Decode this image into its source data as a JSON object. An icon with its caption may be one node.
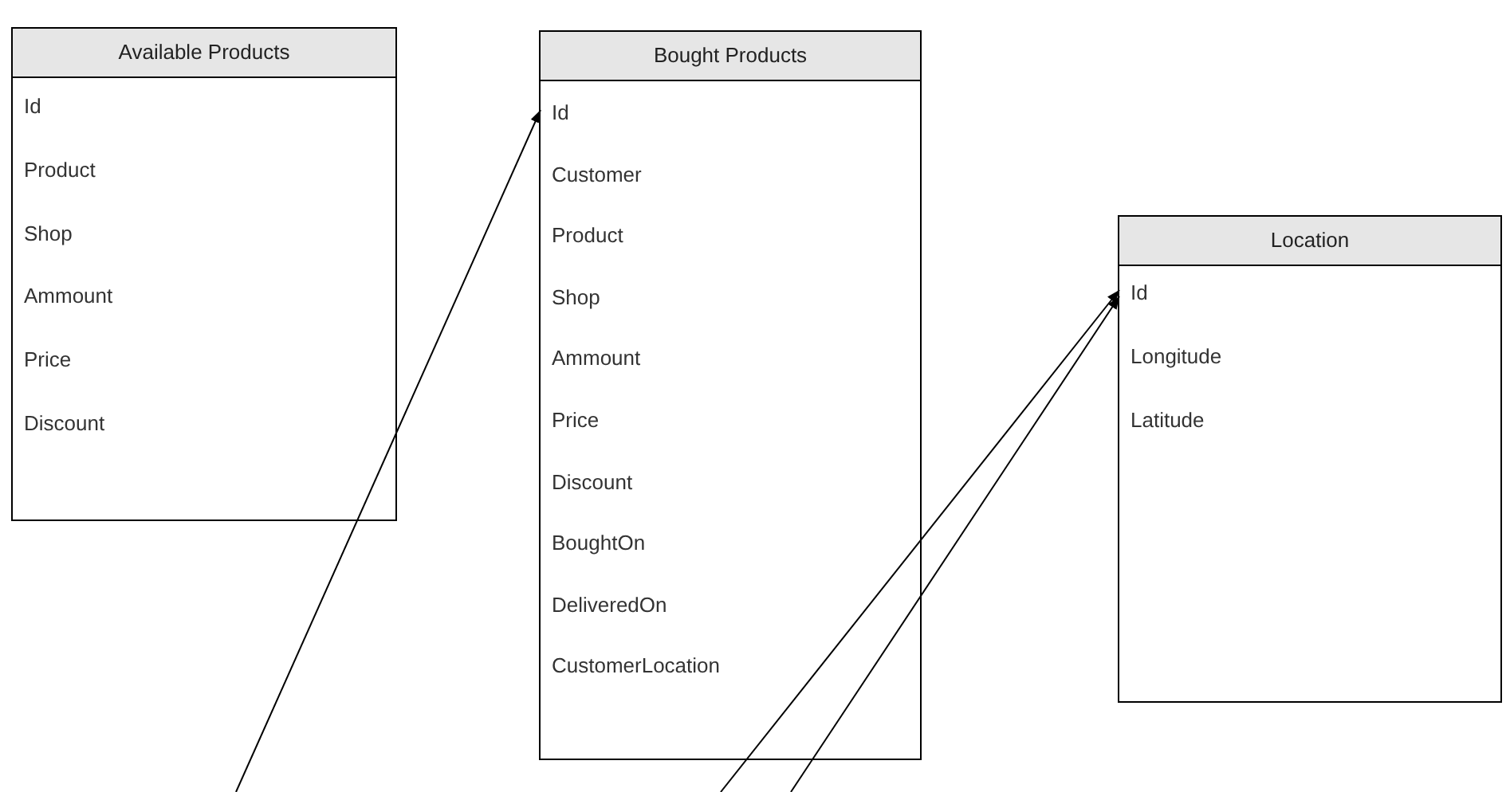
{
  "diagram": {
    "nodes": [
      {
        "text": [
          "Available Products"
        ]
      },
      {
        "text": [
          "Id"
        ],
        "in": 0
      },
      {
        "text": [
          "Product"
        ],
        "in": 0
      },
      {
        "text": [
          "Shop"
        ],
        "in": 0
      },
      {
        "text": [
          "Ammount"
        ],
        "in": 0
      },
      {
        "text": [
          "Price"
        ],
        "in": 0
      },
      {
        "text": [
          "Discount"
        ],
        "in": 0
      },
      {
        "text": [
          "Bought Products"
        ]
      },
      {
        "text": [
          "Id"
        ],
        "in": 7
      },
      {
        "text": [
          "Customer"
        ],
        "in": 7
      },
      {
        "text": [
          "Product"
        ],
        "in": 7
      },
      {
        "text": [
          "Shop"
        ],
        "in": 7
      },
      {
        "text": [
          "Ammount"
        ],
        "in": 7
      },
      {
        "text": [
          "Price"
        ],
        "in": 7
      },
      {
        "text": [
          "Discount"
        ],
        "in": 7
      },
      {
        "text": [
          "BoughtOn"
        ],
        "in": 7
      },
      {
        "text": [
          "DeliveredOn"
        ],
        "in": 7
      },
      {
        "text": [
          "CustomerLocation"
        ],
        "in": 7
      },
      {
        "text": [
          "Location"
        ]
      },
      {
        "text": [
          "Id"
        ],
        "in": 18
      },
      {
        "text": [
          "Longitude"
        ],
        "in": 18
      },
      {
        "text": [
          "Latitude"
        ],
        "in": 18
      }
    ],
    "edges": [
      {
        "from": null,
        "to": 8,
        "arrow": "to"
      },
      {
        "from": null,
        "to": 19,
        "arrow": "to"
      },
      {
        "from": null,
        "to": 19,
        "arrow": "to"
      }
    ]
  }
}
